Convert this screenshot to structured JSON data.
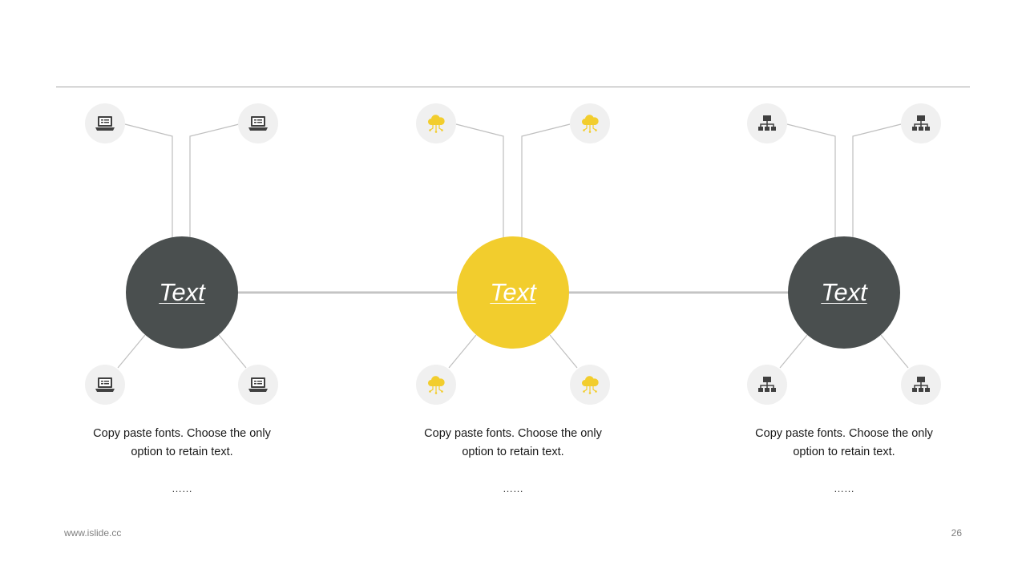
{
  "colors": {
    "dark": "#4a4f4f",
    "accent": "#f2cd2d",
    "line": "#c4c4c4",
    "icon_bg": "#f0f0f0"
  },
  "groups": [
    {
      "hub_label": "Text",
      "hub_color": "dark",
      "icon": "laptop-icon",
      "desc_line1": "Copy paste fonts. Choose the only",
      "desc_line2": "option to retain text.",
      "ellipsis": "……"
    },
    {
      "hub_label": "Text",
      "hub_color": "accent",
      "icon": "cloud-network-icon",
      "desc_line1": "Copy paste fonts. Choose the only",
      "desc_line2": "option to retain text.",
      "ellipsis": "……"
    },
    {
      "hub_label": "Text",
      "hub_color": "dark",
      "icon": "org-chart-icon",
      "desc_line1": "Copy paste fonts. Choose the only",
      "desc_line2": "option to retain text.",
      "ellipsis": "……"
    }
  ],
  "footer": {
    "website": "www.islide.cc",
    "page_number": "26"
  }
}
